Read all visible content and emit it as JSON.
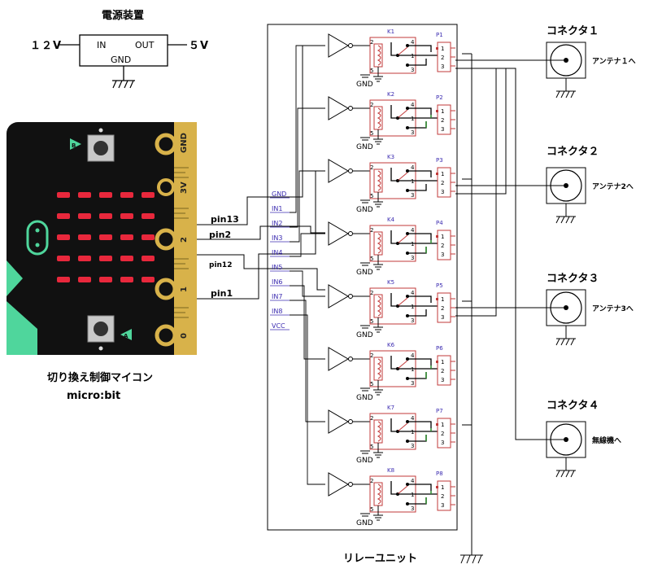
{
  "power": {
    "title": "電源装置",
    "input": "１２V",
    "output": "５V",
    "pin_in": "IN",
    "pin_out": "OUT",
    "pin_gnd": "GND"
  },
  "microbit": {
    "caption_line1": "切り換え制御マイコン",
    "caption_line2": "micro:bit",
    "edge_gnd": "GND",
    "edge_3v": "3V",
    "edge_2": "2",
    "edge_1": "1",
    "edge_0": "0",
    "btn_a": "A",
    "btn_b": "B",
    "pins": [
      "pin13",
      "pin2",
      "pin12",
      "pin1"
    ]
  },
  "relay_unit": {
    "label": "リレーユニット",
    "ports": [
      "GND",
      "IN1",
      "IN2",
      "IN3",
      "IN4",
      "IN5",
      "IN6",
      "IN7",
      "IN8",
      "VCC"
    ],
    "relays": [
      "K1",
      "K2",
      "K3",
      "K4",
      "K5",
      "K6",
      "K7",
      "K8"
    ],
    "headers": [
      "P1",
      "P2",
      "P3",
      "P4",
      "P5",
      "P6",
      "P7",
      "P8"
    ],
    "gnd": "GND",
    "coil_pins": [
      "2",
      "5"
    ],
    "contact_pins": [
      "4",
      "1",
      "3"
    ],
    "header_pins": [
      "1",
      "2",
      "3"
    ]
  },
  "connectors": [
    {
      "name": "コネクタ１",
      "dest": "アンテナ１へ"
    },
    {
      "name": "コネクタ２",
      "dest": "アンテナ2へ"
    },
    {
      "name": "コネクタ３",
      "dest": "アンテナ3へ"
    },
    {
      "name": "コネクタ４",
      "dest": "無線機へ"
    }
  ],
  "colors": {
    "relay_part": "#c23a3a",
    "label_blue": "#3b2bb0",
    "wire": "#000000",
    "board_black": "#111111",
    "board_gold": "#d8b24a",
    "led_red": "#e8283c",
    "accent_green": "#4fd69c",
    "header_green": "#2a8a2a"
  }
}
